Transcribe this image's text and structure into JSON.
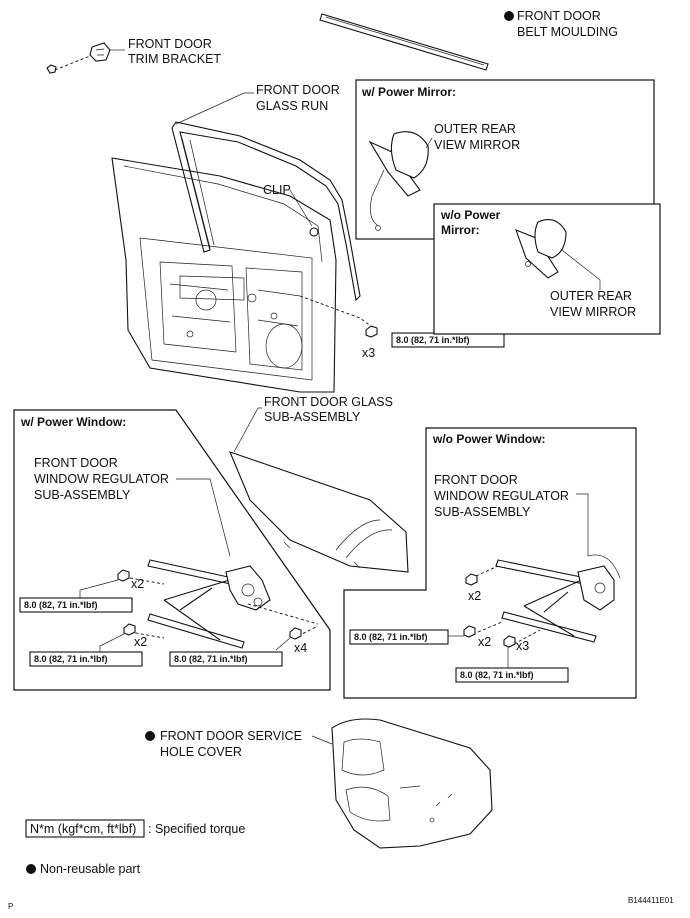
{
  "labels": {
    "belt_moulding": [
      "FRONT DOOR",
      "BELT MOULDING"
    ],
    "trim_bracket": [
      "FRONT DOOR",
      "TRIM BRACKET"
    ],
    "glass_run": [
      "FRONT DOOR",
      "GLASS RUN"
    ],
    "clip": "CLIP",
    "w_power_mirror": "w/ Power Mirror:",
    "mirror_a": [
      "OUTER REAR",
      "VIEW MIRROR"
    ],
    "wo_power_mirror": [
      "w/o Power",
      "Mirror:"
    ],
    "mirror_b": [
      "OUTER REAR",
      "VIEW MIRROR"
    ],
    "door_glass": [
      "FRONT DOOR GLASS",
      "SUB-ASSEMBLY"
    ],
    "w_power_window": "w/ Power Window:",
    "regulator_a": [
      "FRONT DOOR",
      "WINDOW REGULATOR",
      "SUB-ASSEMBLY"
    ],
    "wo_power_window": "w/o Power Window:",
    "regulator_b": [
      "FRONT DOOR",
      "WINDOW REGULATOR",
      "SUB-ASSEMBLY"
    ],
    "service_cover": [
      "FRONT DOOR SERVICE",
      "HOLE COVER"
    ]
  },
  "torque": {
    "value": "8.0 (82, 71 in.*lbf)",
    "mult_x3": "x3",
    "mult_x2": "x2",
    "mult_x4": "x4"
  },
  "legend": {
    "unit_box": "N*m (kgf*cm, ft*lbf)",
    "unit_desc": ": Specified torque",
    "nonreusable": "Non-reusable part"
  },
  "footer": {
    "corner": "P",
    "figure_id": "B144411E01"
  }
}
